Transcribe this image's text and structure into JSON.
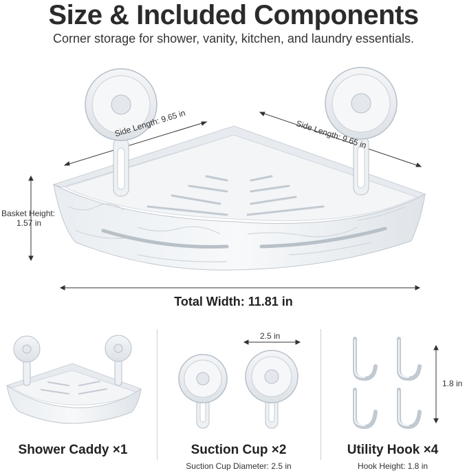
{
  "header": {
    "title": "Size & Included Components",
    "subtitle": "Corner storage for shower, vanity, kitchen, and laundry essentials."
  },
  "main_dimensions": {
    "side_length_left": "Side Length: 9.65 in",
    "side_length_right": "Side Length: 9.65 in",
    "basket_height_line1": "Basket Height:",
    "basket_height_line2": "1.57 in",
    "total_width": "Total Width: 11.81 in"
  },
  "components": [
    {
      "label": "Shower Caddy ×1",
      "detail": ""
    },
    {
      "label": "Suction Cup ×2",
      "detail": "Suction Cup Diameter: 2.5 in",
      "dimension": "2.5 in"
    },
    {
      "label": "Utility Hook ×4",
      "detail": "Hook Height: 1.8 in",
      "dimension": "1.8 in"
    }
  ]
}
